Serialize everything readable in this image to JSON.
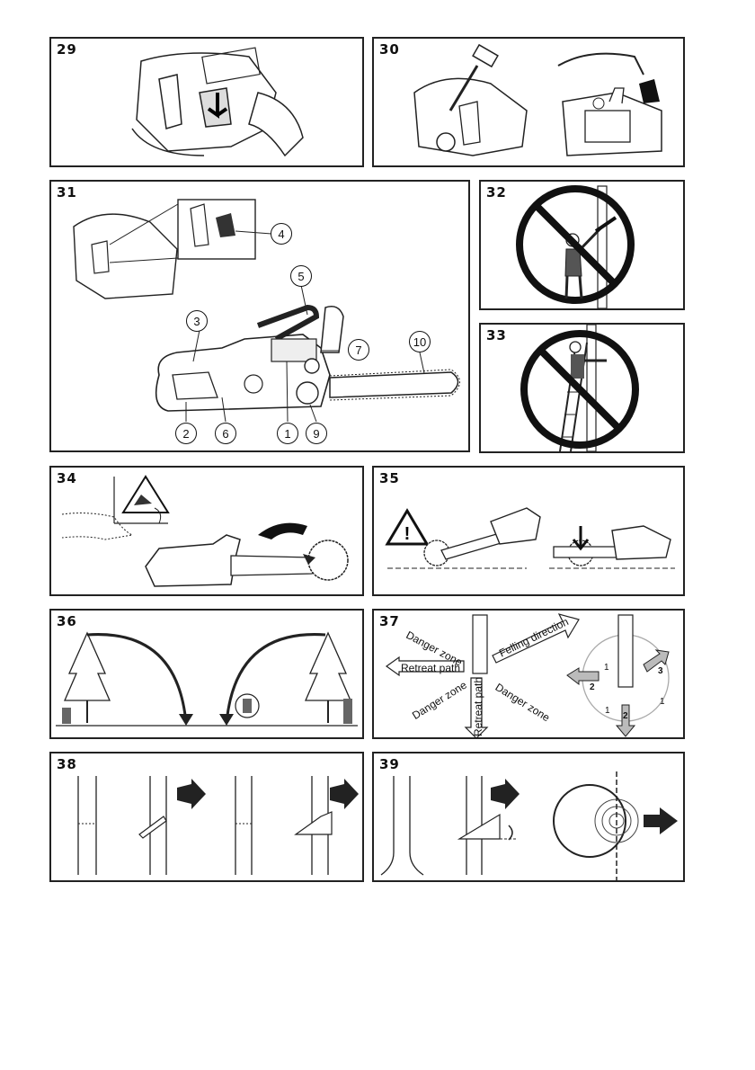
{
  "panels": {
    "p29": {
      "number": "29"
    },
    "p30": {
      "number": "30"
    },
    "p31": {
      "number": "31",
      "callouts": [
        "4",
        "5",
        "3",
        "7",
        "10",
        "2",
        "6",
        "1",
        "9"
      ]
    },
    "p32": {
      "number": "32"
    },
    "p33": {
      "number": "33"
    },
    "p34": {
      "number": "34"
    },
    "p35": {
      "number": "35"
    },
    "p36": {
      "number": "36"
    },
    "p37": {
      "number": "37",
      "labels": {
        "danger_zone_1": "Danger zone",
        "danger_zone_2": "Danger zone",
        "danger_zone_3": "Danger zone",
        "felling_direction": "Felling direction",
        "retreat_path_1": "Retreat path",
        "retreat_path_2": "Retreat path"
      },
      "circle_numbers": [
        "1",
        "2",
        "3",
        "1",
        "1",
        "2"
      ]
    },
    "p38": {
      "number": "38"
    },
    "p39": {
      "number": "39"
    }
  }
}
